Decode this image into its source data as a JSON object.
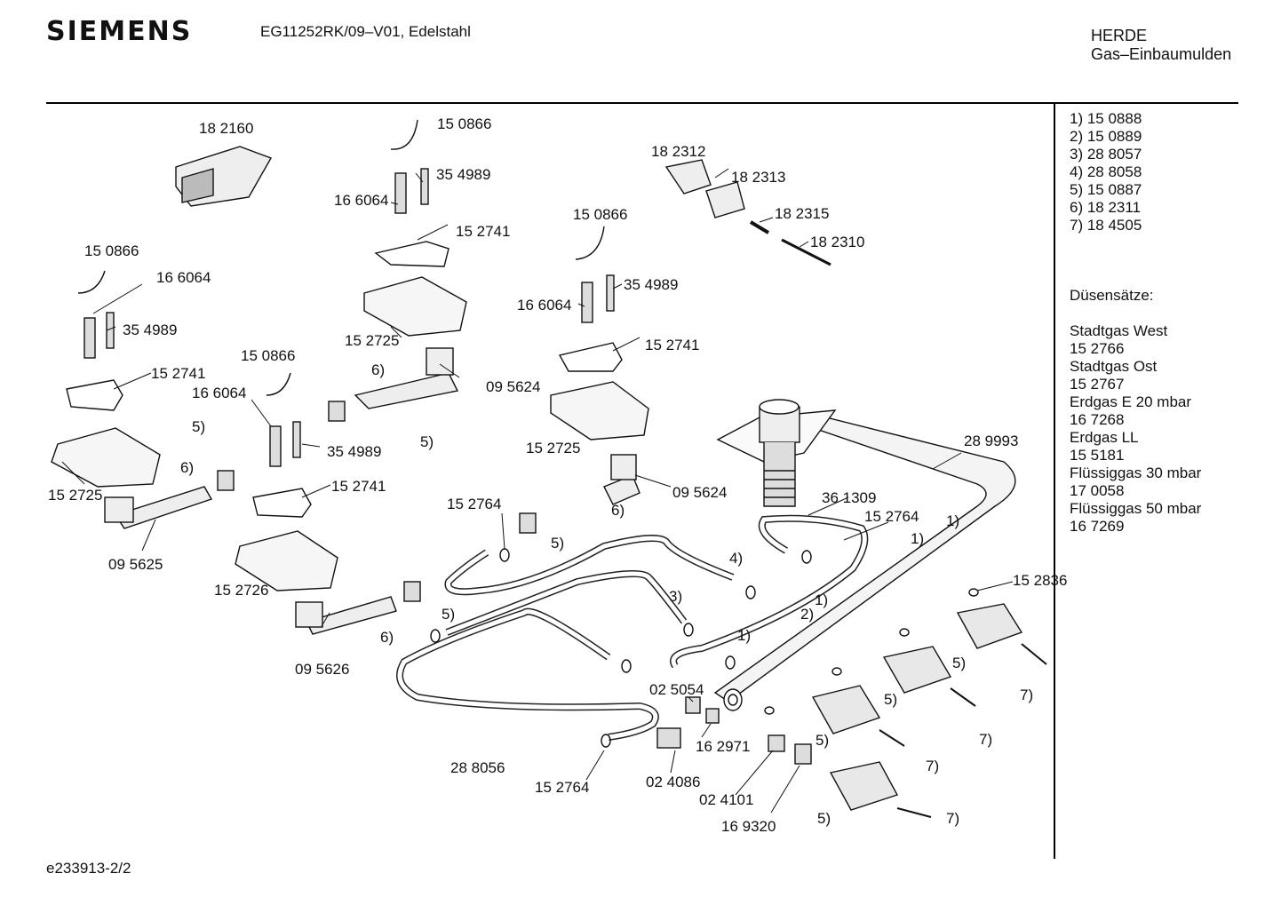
{
  "header": {
    "brand": "SIEMENS",
    "model": "EG11252RK/09–V01, Edelstahl",
    "category_line1": "HERDE",
    "category_line2": "Gas–Einbaumulden"
  },
  "footnotes": [
    "1) 15 0888",
    "2) 15 0889",
    "3) 28 8057",
    "4) 28 8058",
    "5) 15 0887",
    "6) 18 2311",
    "7) 18 4505"
  ],
  "nozzles": {
    "title": "Düsensätze:",
    "lines": [
      "Stadtgas West",
      "15 2766",
      "Stadtgas Ost",
      "15 2767",
      "Erdgas E 20 mbar",
      "16 7268",
      "Erdgas LL",
      "15 5181",
      "Flüssiggas 30 mbar",
      "17 0058",
      "Flüssiggas 50 mbar",
      "16 7269"
    ]
  },
  "part_labels": [
    "18 2160",
    "15 0866",
    "35 4989",
    "16 6064",
    "15 2741",
    "15 2725",
    "6)",
    "09 5624",
    "5)",
    "18 2312",
    "18 2313",
    "18 2315",
    "18 2310",
    "15 0866",
    "16 6064",
    "35 4989",
    "15 2741",
    "15 2725",
    "09 5624",
    "6)",
    "5)",
    "15 0866",
    "16 6064",
    "35 4989",
    "15 2741",
    "5)",
    "6)",
    "15 2725",
    "09 5625",
    "15 0866",
    "16 6064",
    "35 4989",
    "15 2741",
    "15 2726",
    "09 5626",
    "6)",
    "5)",
    "15 2764",
    "4)",
    "3)",
    "36 1309",
    "15 2764",
    "28 9993",
    "1)",
    "1)",
    "1)",
    "2)",
    "1)",
    "15 2836",
    "5)",
    "7)",
    "5)",
    "7)",
    "5)",
    "7)",
    "5)",
    "7)",
    "02 5054",
    "16 2971",
    "02 4086",
    "02 4101",
    "16 9320",
    "28 8056",
    "15 2764"
  ],
  "footer": "e233913-2/2"
}
